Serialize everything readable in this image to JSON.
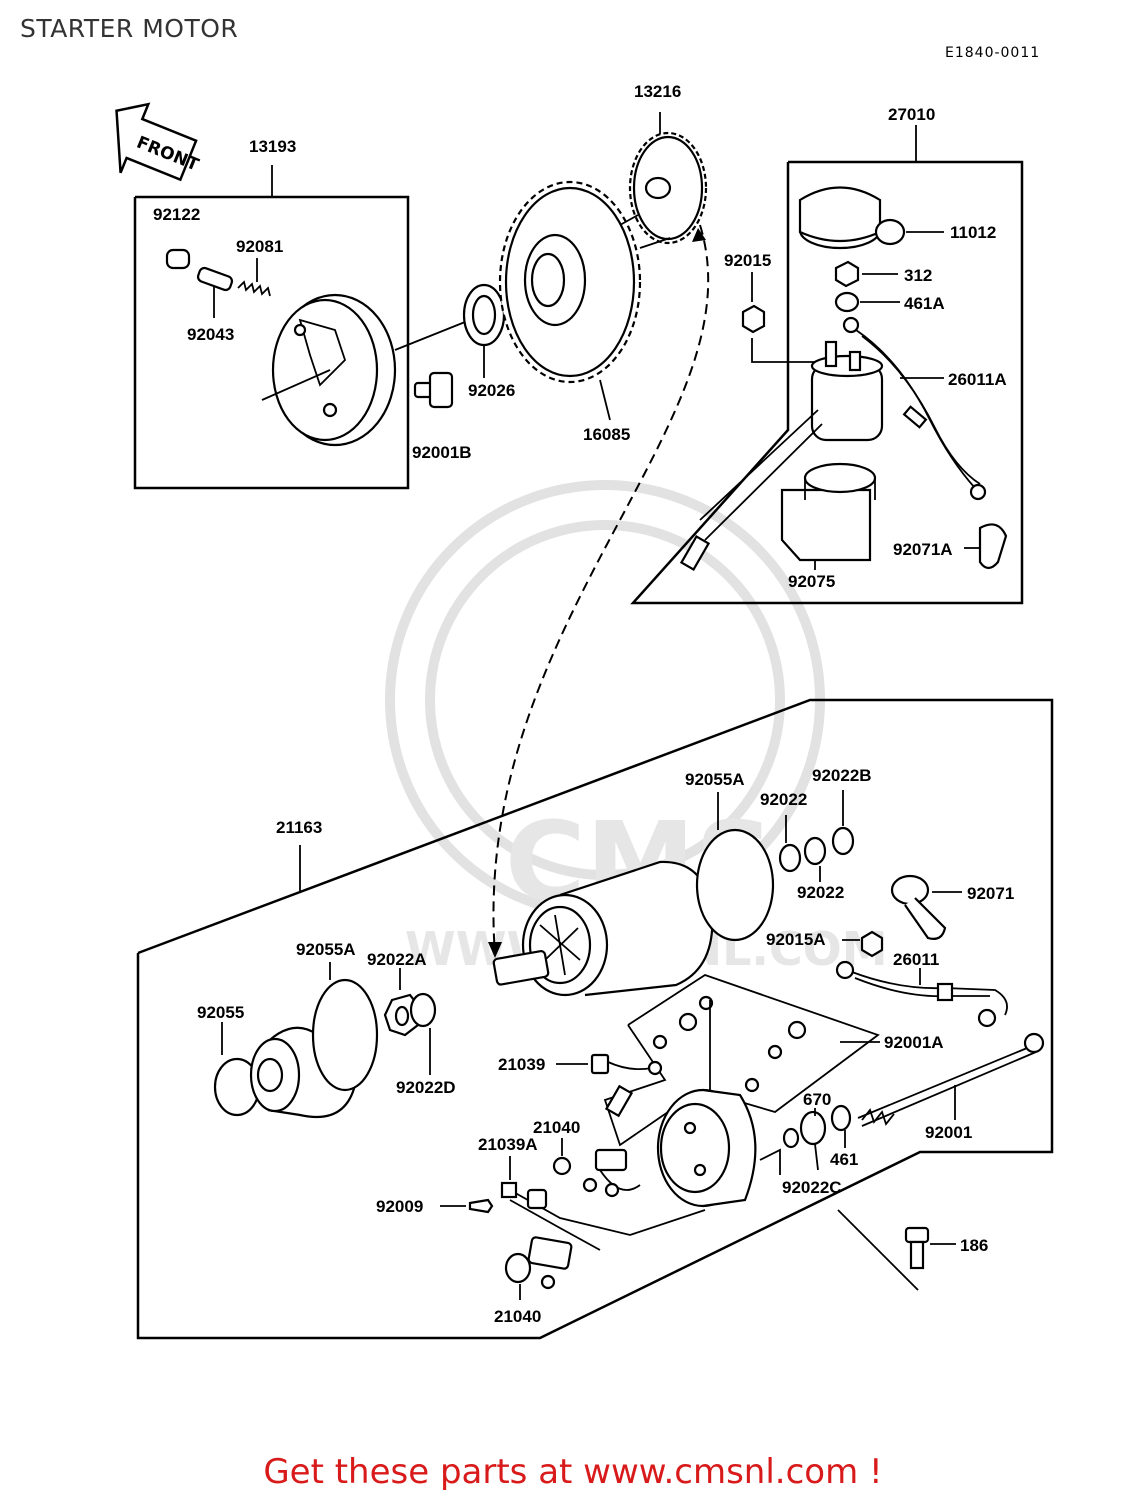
{
  "title": "STARTER MOTOR",
  "ref_code": "E1840-0011",
  "front_label": "FRONT",
  "watermark": {
    "text_main": "CMS",
    "text_url": "WWW.CMSNL.COM"
  },
  "footer": "Get these parts at www.cmsnl.com !",
  "colors": {
    "footer": "#d91a1a",
    "lines": "#000000",
    "watermark": "#e2e2e2"
  },
  "labels": {
    "p13193": "13193",
    "p92122": "92122",
    "p92081": "92081",
    "p92043": "92043",
    "p92026": "92026",
    "p92001B": "92001B",
    "p16085": "16085",
    "p13216": "13216",
    "p27010": "27010",
    "p11012": "11012",
    "p92015": "92015",
    "p312": "312",
    "p461A": "461A",
    "p26011A": "26011A",
    "p92071A": "92071A",
    "p92075": "92075",
    "p21163": "21163",
    "p92055A_top": "92055A",
    "p92022_a": "92022",
    "p92022B": "92022B",
    "p92022_b": "92022",
    "p92071": "92071",
    "p92015A": "92015A",
    "p26011": "26011",
    "p92055A": "92055A",
    "p92022A": "92022A",
    "p92055": "92055",
    "p92022D": "92022D",
    "p92001A": "92001A",
    "p21039": "21039",
    "p21040_a": "21040",
    "p21039A": "21039A",
    "p670": "670",
    "p461": "461",
    "p92022C": "92022C",
    "p92001": "92001",
    "p92009": "92009",
    "p186": "186",
    "p21040_b": "21040"
  }
}
